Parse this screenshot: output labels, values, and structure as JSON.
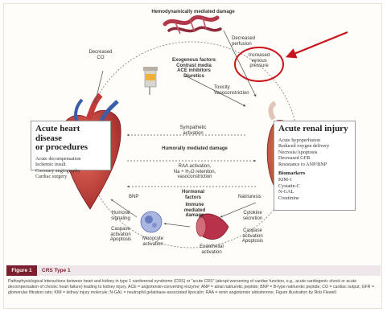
{
  "diagram": {
    "top_title": "Hemodynamically mediated damage",
    "decreased_perfusion": "Decreased\nperfusion",
    "increased_venous_pressure": "Increased\nvenous\npressure",
    "decreased_co": "Decreased\nCO",
    "exogenous_factors": "Exogenous factors\nContrast media\nACE inhibitors\nDiuretics",
    "toxicity": "Toxicity\nVasoconstriction",
    "sympathetic": "Sympathetic\nactivation",
    "humoral_damage": "Humorally mediated damage",
    "raa": "RAA activation,\nNa + H₂O retention,\nvasoconstriction",
    "bnp": "BNP",
    "hormonal": "Hormonal\nfactors",
    "natriuresis": "Natriuresis",
    "humoral_signaling": "Humoral\nsignaling",
    "immune_damage": "Immune\nmediated\ndamage",
    "cytokine": "Cytokine\nsecretion",
    "caspase_left": "Caspase\nactivation\nApoptosis",
    "caspase_right": "Caspase\nactivation\nApoptosis",
    "monocyte": "Monocyte\nactivation",
    "endothelial": "Endothelial\nactivation"
  },
  "heart_box": {
    "title": "Acute heart disease\nor procedures",
    "items": [
      "Acute decompensation",
      "Ischemic insult",
      "Coronary angiography",
      "Cardiac surgery"
    ]
  },
  "renal_box": {
    "title": "Acute renal injury",
    "items": [
      "Acute hypoperfusion",
      "Reduced oxygen delivery",
      "Necrosis/Apoptosis",
      "Decreased GFR",
      "Resistance to ANP/BNP"
    ],
    "biomarkers_title": "Biomarkers",
    "biomarkers": [
      "KIM-1",
      "Cystatin-C",
      "N-GAL",
      "Creatinine"
    ]
  },
  "figure": {
    "tag": "Figure 1",
    "title": "CRS Type 1",
    "caption": "Pathophysiological interactions between heart and kidney in type 1 cardiorenal syndrome (CRS) or “acute CRS” (abrupt worsening of cardiac function, e.g., acute cardiogenic shock or acute decompensation of chronic heart failure) leading to kidney injury. ACE = angiotensin-converting enzyme; ANP = atrial natriuretic peptide; BNP = B-type natriuretic peptide; CO = cardiac output; GFR = glomerular filtration rate; KIM = kidney injury molecule; N-GAL = neutrophil gelatinase-associated lipocalin; RAA = renin angiotensin aldosterone. Figure illustration by Rob Flewell."
  },
  "colors": {
    "heart": "#c23a3a",
    "kidney": "#c25a3c",
    "vessel": "#b3384a",
    "annotation": "#c8151b",
    "accent": "#7a1f2e"
  }
}
